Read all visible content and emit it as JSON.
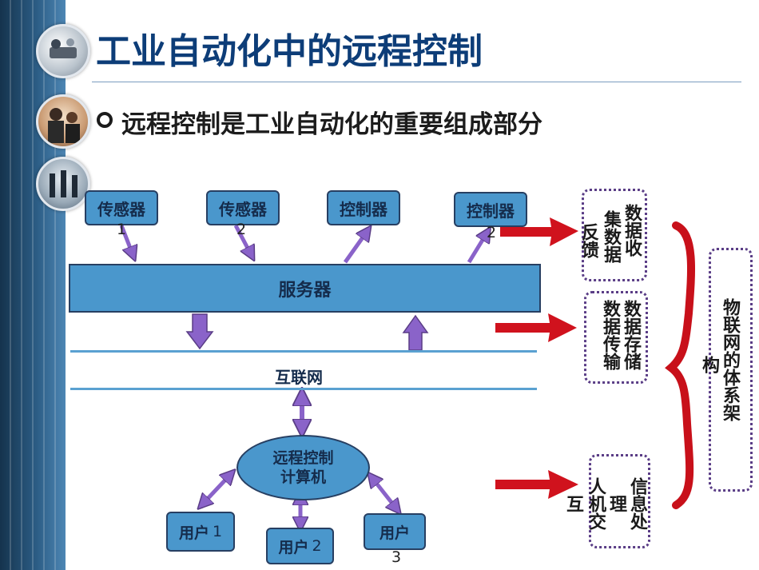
{
  "slide": {
    "title": "工业自动化中的远程控制",
    "bullet": "远程控制是工业自动化的重要组成部分"
  },
  "diagram": {
    "sensor1": "传感器",
    "sensor1_num": "1",
    "sensor2": "传感器",
    "sensor2_num": "2",
    "controller1": "控制器",
    "controller2": "控制器",
    "controller2_num": "2",
    "server": "服务器",
    "internet": "互联网",
    "remote_line1": "远程控制",
    "remote_line2": "计算机",
    "user1": "用户",
    "user1_num": "1",
    "user2": "用户",
    "user2_num": "2",
    "user3": "用户",
    "user3_num": "3"
  },
  "side": {
    "box1_col1": "数据收",
    "box1_col2": "集数据",
    "box1_col3": "反馈",
    "box2_col1": "数据存储",
    "box2_col2": "数据传输",
    "box3_col1": "信息处",
    "box3_col2": "理",
    "box3_col3": "人机交",
    "box3_col4": "互",
    "arch_col1": "物联网的体系架",
    "arch_col2": "构"
  },
  "colors": {
    "title": "#0d3d78",
    "box_fill": "#4a97cc",
    "box_border": "#273f62",
    "arrow_purple": "#8a63c9",
    "arrow_red": "#c8101a",
    "brace": "#c8101a",
    "dotted_border": "#5a3d86"
  },
  "icons": {
    "photo1": "meeting-photo-icon",
    "photo2": "business-people-photo-icon",
    "photo3": "walking-people-photo-icon"
  }
}
